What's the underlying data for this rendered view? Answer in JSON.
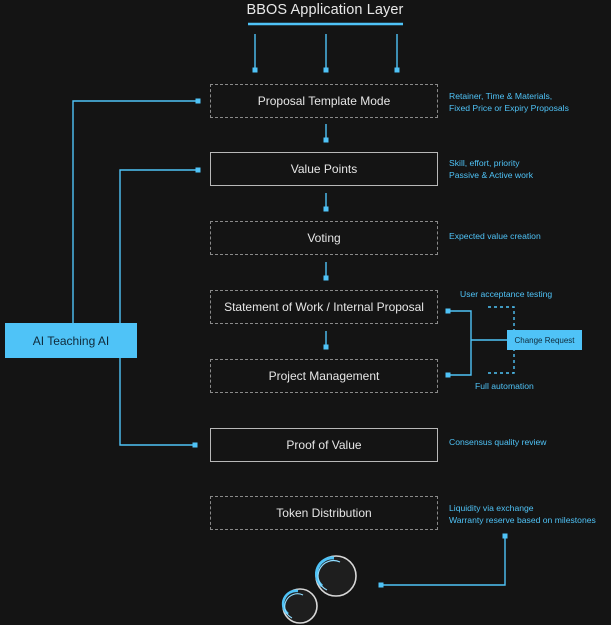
{
  "title": "BBOS Application Layer",
  "stages": [
    {
      "label": "Proposal Template Mode",
      "style": "dashed",
      "notes": [
        "Retainer, Time & Materials,",
        "Fixed Price or Expiry Proposals"
      ]
    },
    {
      "label": "Value Points",
      "style": "solid",
      "notes": [
        "Skill, effort, priority",
        "Passive & Active work"
      ]
    },
    {
      "label": "Voting",
      "style": "dashed",
      "notes": [
        "Expected value creation"
      ]
    },
    {
      "label": "Statement of Work / Internal Proposal",
      "style": "dashed",
      "notes": []
    },
    {
      "label": "Project Management",
      "style": "dashed",
      "notes": []
    },
    {
      "label": "Proof of Value",
      "style": "solid",
      "notes": [
        "Consensus quality review"
      ]
    },
    {
      "label": "Token Distribution",
      "style": "dashed",
      "notes": [
        "Liquidity via exchange",
        "Warranty reserve based on milestones"
      ]
    }
  ],
  "feedback_loop": {
    "top_label": "User acceptance testing",
    "bottom_label": "Full automation",
    "change_request": "Change Request"
  },
  "ai_teaching_ai": "AI Teaching AI",
  "colors": {
    "accent": "#4fc3f7",
    "background": "#141414",
    "box_border": "#8a8a8a",
    "text": "#e6e6e6"
  }
}
